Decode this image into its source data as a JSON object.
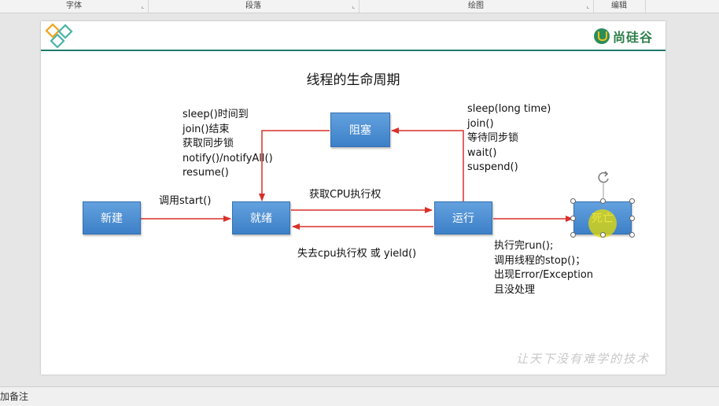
{
  "ribbon": {
    "groups": [
      {
        "label": "字体"
      },
      {
        "label": "段落"
      },
      {
        "label": "绘图"
      },
      {
        "label": "编辑"
      }
    ],
    "launcher_glyph": "⌞"
  },
  "slide": {
    "title": "线程的生命周期",
    "brand": "尚硅谷",
    "watermark": "让天下没有难学的技术",
    "states": {
      "new": "新建",
      "ready": "就绪",
      "running": "运行",
      "blocked": "阻塞",
      "dead": "死亡"
    },
    "labels": {
      "start": "调用start()",
      "get_cpu": "获取CPU执行权",
      "lose_cpu": "失去cpu执行权 或 yield()"
    },
    "notes": {
      "blocked_to_ready": [
        "sleep()时间到",
        "join()结束",
        "获取同步锁",
        "notify()/notifyAll()",
        "resume()"
      ],
      "running_to_blocked": [
        "sleep(long time)",
        "join()",
        "等待同步锁",
        "wait()",
        "suspend()"
      ],
      "running_to_dead": [
        "执行完run();",
        "调用线程的stop()；",
        "出现Error/Exception",
        "且没处理"
      ]
    },
    "colors": {
      "box_fill": "#4a8fd6",
      "arrow": "#d9302a",
      "header_rule": "#1f7a6b"
    }
  },
  "statusbar": {
    "notes_label": "加备注"
  }
}
